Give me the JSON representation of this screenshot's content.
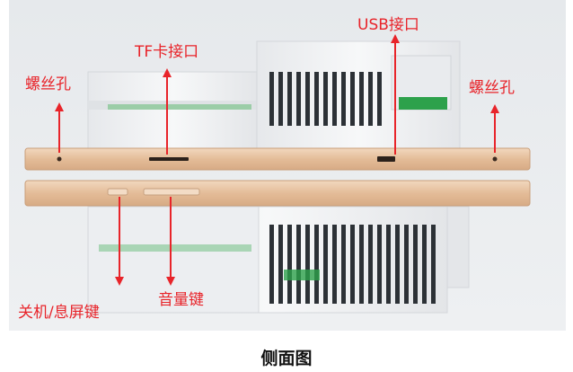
{
  "labels": {
    "screw_hole_left": "螺丝孔",
    "screw_hole_right": "螺丝孔",
    "tf_card_port": "TF卡接口",
    "usb_port": "USB接口",
    "power_screen_key": "关机/息屏键",
    "volume_key": "音量键"
  },
  "caption": "侧面图",
  "colors": {
    "annotation": "#e8242a",
    "bezel": "#e8c4a4",
    "housing": "#f2f3f5",
    "vent": "#2c3136",
    "terminal": "#2da14b",
    "background_panel": "#eef0f2"
  }
}
